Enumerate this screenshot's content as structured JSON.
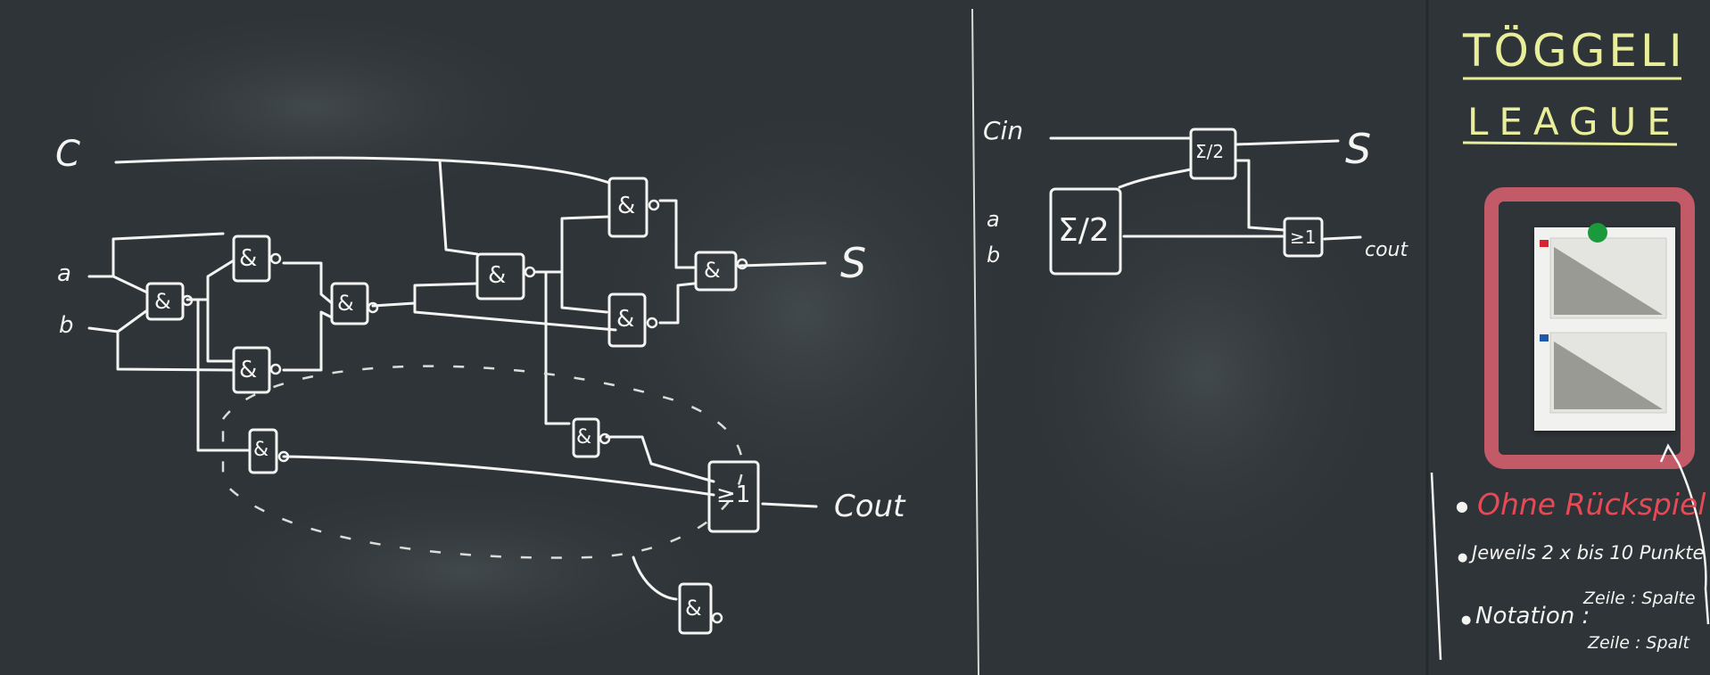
{
  "colors": {
    "board": "#2e3438",
    "chalk": "#f4f4f2",
    "yellow_chalk": "#e8ee9a",
    "red_chalk": "#e84a55",
    "pin": "#1a9a3a"
  },
  "left": {
    "input_c": "C",
    "input_a": "a",
    "input_b": "b",
    "gate_and": "&",
    "gate_or": "≥1",
    "output_s": "S",
    "output_cout": "Cout"
  },
  "right": {
    "input_cin": "Cin",
    "input_a": "a",
    "input_b": "b",
    "adder_large": "Σ/2",
    "adder_small": "Σ/2",
    "gate_or": "≥1",
    "output_s": "S",
    "output_cout": "cout"
  },
  "title": {
    "line1": "TÖGGELI",
    "line2": "LEAGUE"
  },
  "notes": {
    "item1": "Ohne Rückspiel",
    "item2": "Jeweils 2 x bis 10 Punkte",
    "item3_label": "Notation :",
    "item3_a": "Zeile : Spalte",
    "item3_b": "Zeile : Spalt"
  }
}
